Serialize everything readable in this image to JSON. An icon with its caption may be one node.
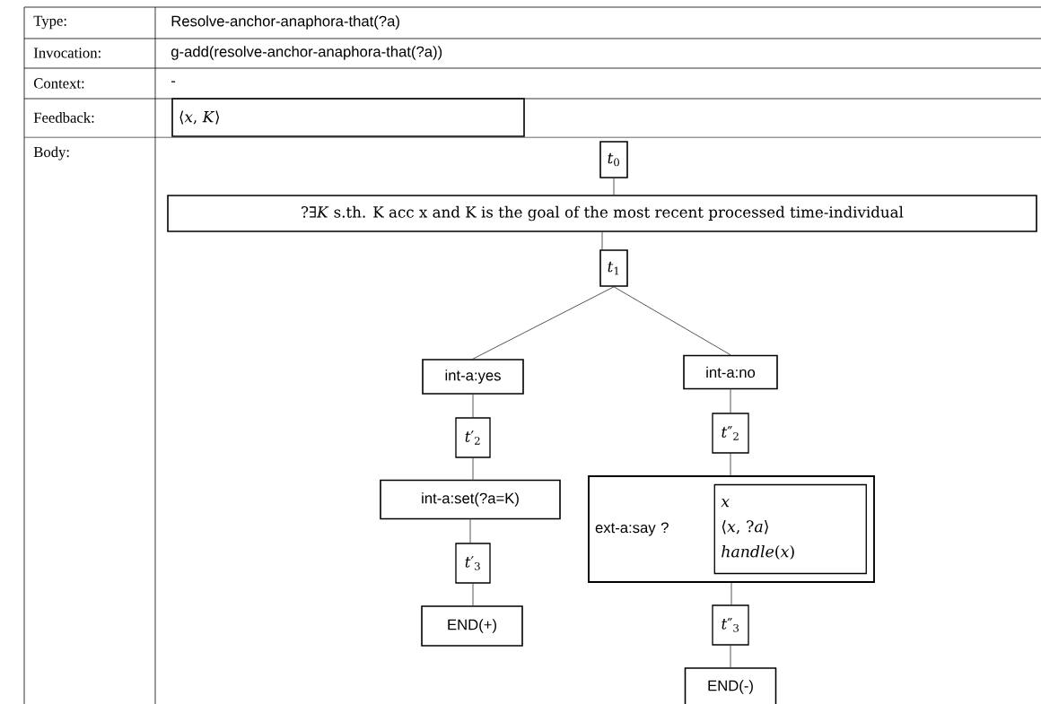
{
  "diagram": {
    "nodes": [
      {
        "text": [
          "⟨*x*, *K*⟩"
        ]
      },
      {
        "text": [
          "*t*$_{0}$"
        ]
      },
      {
        "text": [
          "?∃*K* s.th. K acc x and K is the goal of the most recent processed time-individual"
        ]
      },
      {
        "text": [
          "*t*$_{1}$"
        ]
      },
      {
        "text": [
          "int-a:yes"
        ]
      },
      {
        "text": [
          "int-a:no"
        ]
      },
      {
        "text": [
          "*t*′$_{2}$"
        ]
      },
      {
        "text": [
          "int-a:set(?a=K)"
        ]
      },
      {
        "text": [
          "*t*′$_{3}$"
        ]
      },
      {
        "text": [
          "END(+)"
        ]
      },
      {
        "text": [
          "*t*″$_{2}$"
        ]
      },
      {
        "text": [
          "ext-a:say ?"
        ]
      },
      {
        "text": [
          "*x*",
          "⟨*x*, ?*a*⟩",
          "*handle*(*x*)"
        ],
        "in": 11
      },
      {
        "text": [
          "*t*″$_{3}$"
        ]
      },
      {
        "text": [
          "END(-)"
        ]
      }
    ],
    "edges": [
      {
        "from": 1,
        "to": 2,
        "arrow": "none"
      },
      {
        "from": 2,
        "to": 3,
        "arrow": "none"
      },
      {
        "from": 3,
        "to": 4,
        "arrow": "none"
      },
      {
        "from": 3,
        "to": 5,
        "arrow": "none"
      },
      {
        "from": 4,
        "to": 6,
        "arrow": "none"
      },
      {
        "from": 6,
        "to": 7,
        "arrow": "none"
      },
      {
        "from": 7,
        "to": 8,
        "arrow": "none"
      },
      {
        "from": 8,
        "to": 9,
        "arrow": "none"
      },
      {
        "from": 5,
        "to": 10,
        "arrow": "none"
      },
      {
        "from": 10,
        "to": 11,
        "arrow": "none"
      },
      {
        "from": 11,
        "to": 13,
        "arrow": "none"
      },
      {
        "from": 13,
        "to": 14,
        "arrow": "none"
      }
    ],
    "labels": [
      "Type:",
      "Resolve-anchor-anaphora-that(?a)",
      "Invocation:",
      "g-add(resolve-anchor-anaphora-that(?a))",
      "Context:",
      "-",
      "Feedback:",
      "Body:"
    ]
  }
}
